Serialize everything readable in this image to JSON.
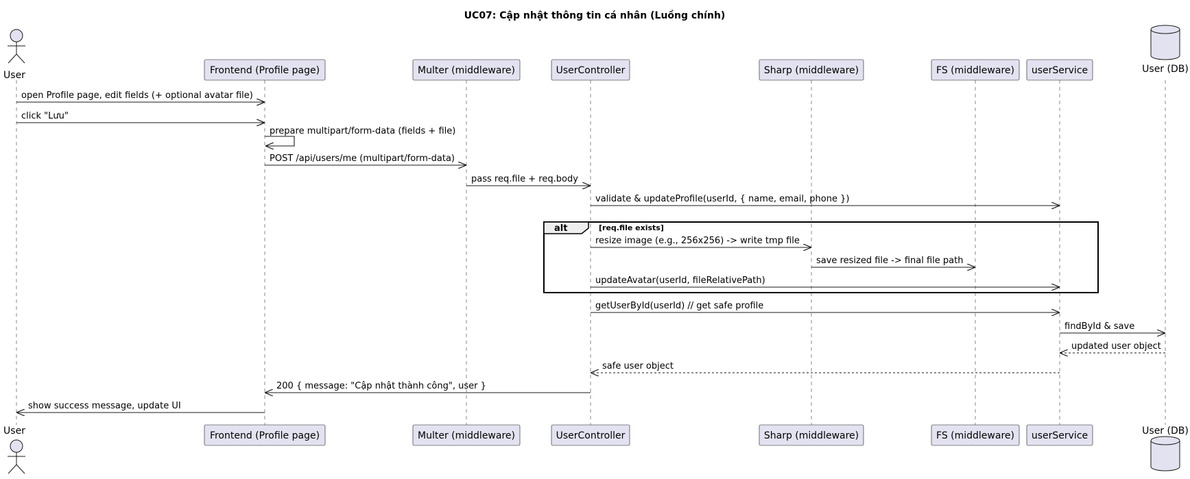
{
  "title": "UC07: Cập nhật thông tin cá nhân (Luồng chính)",
  "participants": [
    {
      "id": "user",
      "label": "User",
      "kind": "actor"
    },
    {
      "id": "frontend",
      "label": "Frontend (Profile page)",
      "kind": "participant"
    },
    {
      "id": "multer",
      "label": "Multer (middleware)",
      "kind": "participant"
    },
    {
      "id": "controller",
      "label": "UserController",
      "kind": "participant"
    },
    {
      "id": "sharp",
      "label": "Sharp (middleware)",
      "kind": "participant"
    },
    {
      "id": "fs",
      "label": "FS (middleware)",
      "kind": "participant"
    },
    {
      "id": "service",
      "label": "userService",
      "kind": "participant"
    },
    {
      "id": "db",
      "label": "User (DB)",
      "kind": "database"
    }
  ],
  "messages": [
    {
      "from": "user",
      "to": "frontend",
      "text": "open Profile page, edit fields (+ optional avatar file)",
      "style": "solid"
    },
    {
      "from": "user",
      "to": "frontend",
      "text": "click \"Lưu\"",
      "style": "solid"
    },
    {
      "from": "frontend",
      "to": "frontend",
      "text": "prepare multipart/form-data (fields + file)",
      "style": "self"
    },
    {
      "from": "frontend",
      "to": "multer",
      "text": "POST /api/users/me (multipart/form-data)",
      "style": "solid"
    },
    {
      "from": "multer",
      "to": "controller",
      "text": "pass req.file + req.body",
      "style": "solid"
    },
    {
      "from": "controller",
      "to": "service",
      "text": "validate & updateProfile(userId, { name, email, phone })",
      "style": "solid"
    },
    {
      "from": "controller",
      "to": "sharp",
      "text": "resize image (e.g., 256x256) -> write tmp file",
      "style": "solid"
    },
    {
      "from": "sharp",
      "to": "fs",
      "text": "save resized file -> final file path",
      "style": "solid"
    },
    {
      "from": "controller",
      "to": "service",
      "text": "updateAvatar(userId, fileRelativePath)",
      "style": "solid"
    },
    {
      "from": "controller",
      "to": "service",
      "text": "getUserById(userId) // get safe profile",
      "style": "solid"
    },
    {
      "from": "service",
      "to": "db",
      "text": "findById & save",
      "style": "solid"
    },
    {
      "from": "db",
      "to": "service",
      "text": "updated user object",
      "style": "dashed"
    },
    {
      "from": "service",
      "to": "controller",
      "text": "safe user object",
      "style": "dashed"
    },
    {
      "from": "controller",
      "to": "frontend",
      "text": "200 { message: \"Cập nhật thành công\", user }",
      "style": "solid"
    },
    {
      "from": "frontend",
      "to": "user",
      "text": "show success message, update UI",
      "style": "solid"
    }
  ],
  "fragment": {
    "operator": "alt",
    "guard": "[req.file exists]"
  },
  "colors": {
    "participant_fill": "#E2E2F0",
    "border": "#181818",
    "lifeline": "#888888",
    "fragment_tab": "#EEEEEE"
  }
}
